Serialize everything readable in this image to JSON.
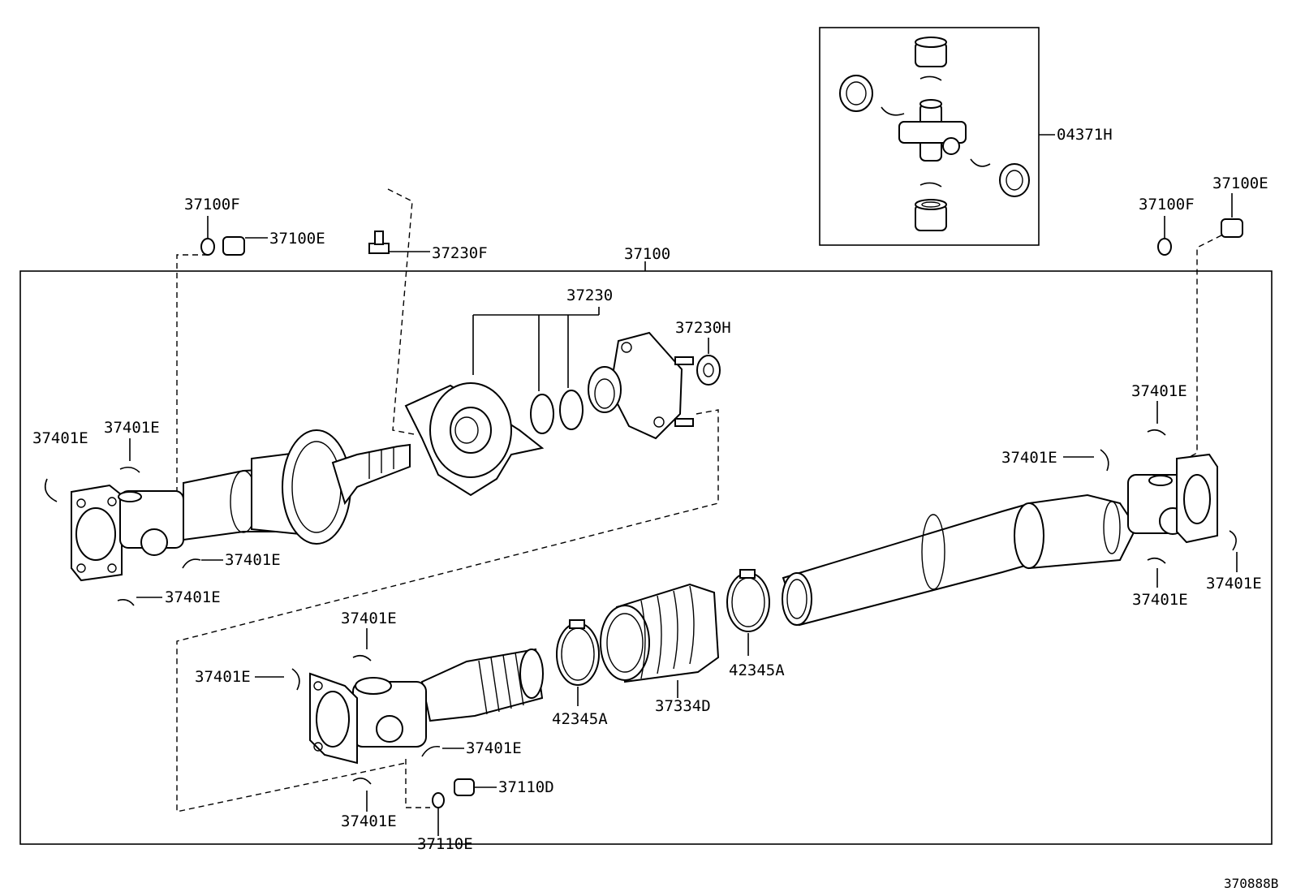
{
  "labels": {
    "assembly": "37100",
    "ujoint_kit": "04371H",
    "center_bearing": "37230",
    "flange_nut": "37230H",
    "bolt": "37230F",
    "washer_left": "37100F",
    "nut_left": "37100E",
    "washer_right": "37100F",
    "nut_right": "37100E",
    "snap_ring": "37401E",
    "boot_clamp": "42345A",
    "boot": "37334D",
    "lower_nut": "37110D",
    "lower_washer": "37110E",
    "diagram_id": "370888B"
  }
}
